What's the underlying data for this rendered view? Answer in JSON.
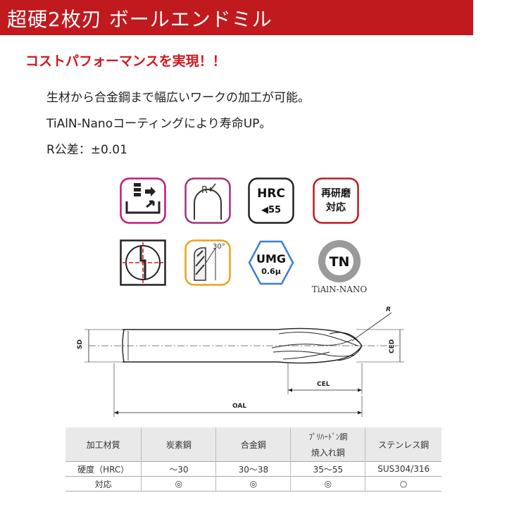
{
  "header": {
    "title": "超硬2枚刃 ボールエンドミル",
    "bg_color": "#c0191e"
  },
  "tagline": "コストパフォーマンスを実現！！",
  "features": [
    "生材から合金鋼まで幅広いワークの加工が可能。",
    "TiAlN-Nanoコーティングにより寿命UP。",
    "R公差：±0.01"
  ],
  "icons": {
    "row1": [
      {
        "name": "coolant-cut-icon",
        "color": "#c2187d"
      },
      {
        "name": "radius-icon",
        "label": "R",
        "color": "#a0307a"
      },
      {
        "name": "hrc-icon",
        "label": "HRC",
        "sublabel": "◀55",
        "color": "#222222"
      },
      {
        "name": "regrind-icon",
        "label_line1": "再研磨",
        "label_line2": "対応",
        "color": "#c0191e"
      }
    ],
    "row2": [
      {
        "name": "crosshair-icon",
        "color": "#222222"
      },
      {
        "name": "helix-angle-icon",
        "label": "30°",
        "color": "#e8a317"
      },
      {
        "name": "umg-icon",
        "label": "UMG",
        "sublabel": "0.6μ",
        "color": "#3a7fd0"
      },
      {
        "name": "tn-coating-icon",
        "label": "TN",
        "caption": "TiAlN-NANO",
        "color": "#888888"
      }
    ]
  },
  "drawing": {
    "labels": {
      "r": "R",
      "sd": "SD",
      "ced": "CED",
      "cel": "CEL",
      "oal": "OAL"
    }
  },
  "table": {
    "header": [
      "加工材質",
      "炭素鋼",
      "合金鋼",
      "ﾌﾟﾘﾊｰﾄﾞﾝ鋼",
      "ステンレス鋼"
    ],
    "header_line2": "焼入れ鋼",
    "rows": [
      [
        "硬度（HRC）",
        "～30",
        "30～38",
        "35～55",
        "SUS304/316"
      ],
      [
        "対応",
        "◎",
        "◎",
        "◎",
        "○"
      ]
    ]
  }
}
